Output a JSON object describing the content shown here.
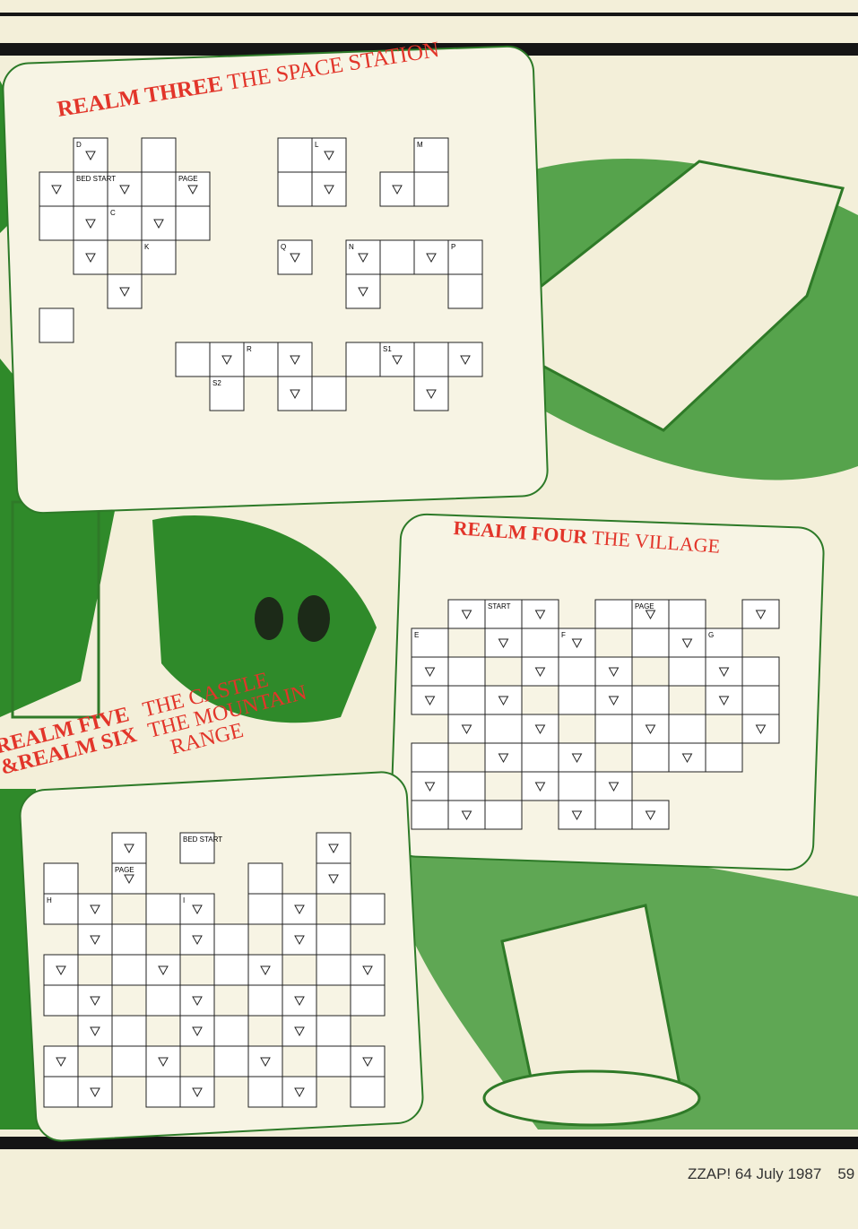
{
  "realms": [
    {
      "title_bold": "REALM THREE",
      "title_rest": "THE SPACE STATION",
      "markers": [
        "BED START",
        "PAGE",
        "C",
        "D",
        "K",
        "L",
        "M",
        "N",
        "P",
        "Q",
        "R",
        "S1",
        "S2"
      ]
    },
    {
      "title_bold": "REALM FOUR",
      "title_rest": "THE VILLAGE",
      "markers": [
        "START",
        "PAGE",
        "E",
        "F",
        "G"
      ]
    },
    {
      "title_bold_1": "REALM FIVE",
      "title_bold_2": "&REALM SIX",
      "title_rest_1": "THE CASTLE",
      "title_rest_2": "THE MOUNTAIN",
      "title_rest_3": "RANGE",
      "markers": [
        "BED START",
        "PAGE",
        "H",
        "I"
      ]
    }
  ],
  "footer": {
    "magazine": "ZZAP! 64 July 1987",
    "page_number": "59"
  },
  "colors": {
    "title": "#e2352a",
    "illustration": "#2f8a2a",
    "paper": "#f3efd9"
  }
}
